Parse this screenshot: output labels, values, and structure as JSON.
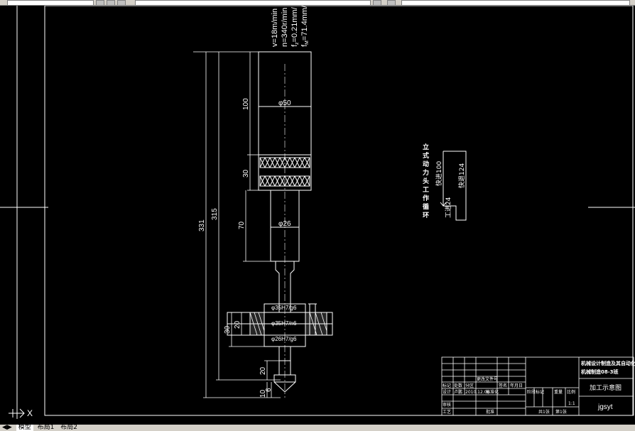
{
  "app": {
    "accent": "#ffffff",
    "background": "#000000"
  },
  "process_params": {
    "v": "v=18m/min",
    "n": "n=340r/min",
    "f": "f",
    "f_sub": "z",
    "f_val": "=0.21mm/",
    "fm": "f",
    "fm_sub": "M",
    "fm_val": "=71.4mm/"
  },
  "dimensions": {
    "d100": "100",
    "d30": "30",
    "d70": "70",
    "d331": "331",
    "d315": "315",
    "d30b": "30",
    "d20": "20",
    "d20b": "20",
    "d10": "10",
    "d6": "6",
    "phi50": "φ50",
    "phi26": "φ26",
    "fit1": "φ35H7/g6",
    "fit2": "φ35H7/n6",
    "fit3": "φ26H7/g6"
  },
  "cycle": {
    "title": "立式动力头工作循环",
    "rapid_forward": "快进100",
    "rapid_return": "快退124",
    "work_feed": "工进24"
  },
  "title_block": {
    "school": "机械设计制造及其自动化",
    "class": "机械制造08-3班",
    "drawing_name": "加工示意图",
    "drawing_code": "jgsyt",
    "scale": "1:1",
    "labels": {
      "mark": "标记",
      "count": "处数",
      "zone": "分区",
      "doc_no": "更改文件号",
      "sign": "签名",
      "date": "年月日",
      "design": "设计",
      "author": "卢鹏",
      "author_date": "2010.12.08",
      "standard": "标准化",
      "stage": "阶段标记",
      "weight": "重量",
      "ratio": "比例",
      "review": "审核",
      "process": "工艺",
      "approve": "批准",
      "total": "共1张",
      "sheet": "第1张"
    }
  },
  "layout_tabs": [
    "模型",
    "布局1",
    "布局2"
  ]
}
